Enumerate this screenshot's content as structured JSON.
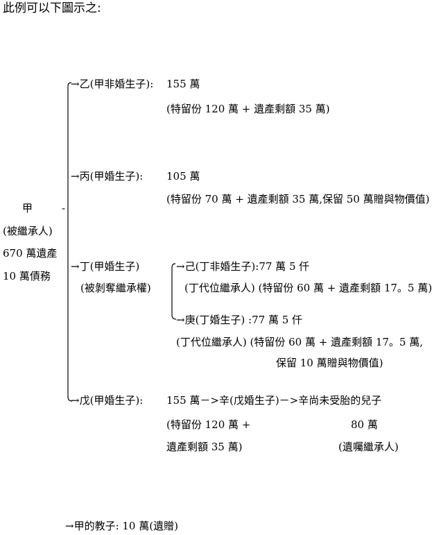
{
  "title": "此例可以下圖示之:",
  "root": {
    "name": "甲",
    "dash": "-",
    "role": "(被繼承人)",
    "estate": "670 萬遺產",
    "debt": "10 萬債務"
  },
  "branches": {
    "yi": {
      "label": "→乙(甲非婚生子):",
      "amount": "155 萬",
      "detail": "(特留份 120 萬 + 遺產剩額 35 萬)"
    },
    "bing": {
      "label": "→丙(甲婚生子):",
      "amount": "105 萬",
      "detail": "(特留份 70 萬 + 遺產剩額 35 萬,保留 50 萬贈與物價值)"
    },
    "ding": {
      "label": "→丁(甲婚生子)",
      "note": "(被剝奪繼承權)",
      "ji": {
        "label": "→己(丁非婚生子):77 萬 5 仟",
        "detail": "(丁代位繼承人) (特留份 60 萬 + 遺產剩額 17。5 萬)"
      },
      "geng": {
        "label": "→庚(丁婚生子) :77 萬 5 仟",
        "detail1": "(丁代位繼承人)  (特留份 60 萬 + 遺產剩額 17。5 萬,",
        "detail2": "保留 10 萬贈與物價值)"
      }
    },
    "wu": {
      "label": "→戊(甲婚生子):",
      "amount_line": "155 萬－>辛(戊婚生子)－>辛尚未受胎的兒子",
      "detail1": "(特留份 120 萬 +",
      "detail2": "遺產剩額 35 萬)",
      "son_amount": "80 萬",
      "son_role": "(遺囑繼承人)"
    }
  },
  "godson": "→甲的教子:  10 萬(遺贈)"
}
